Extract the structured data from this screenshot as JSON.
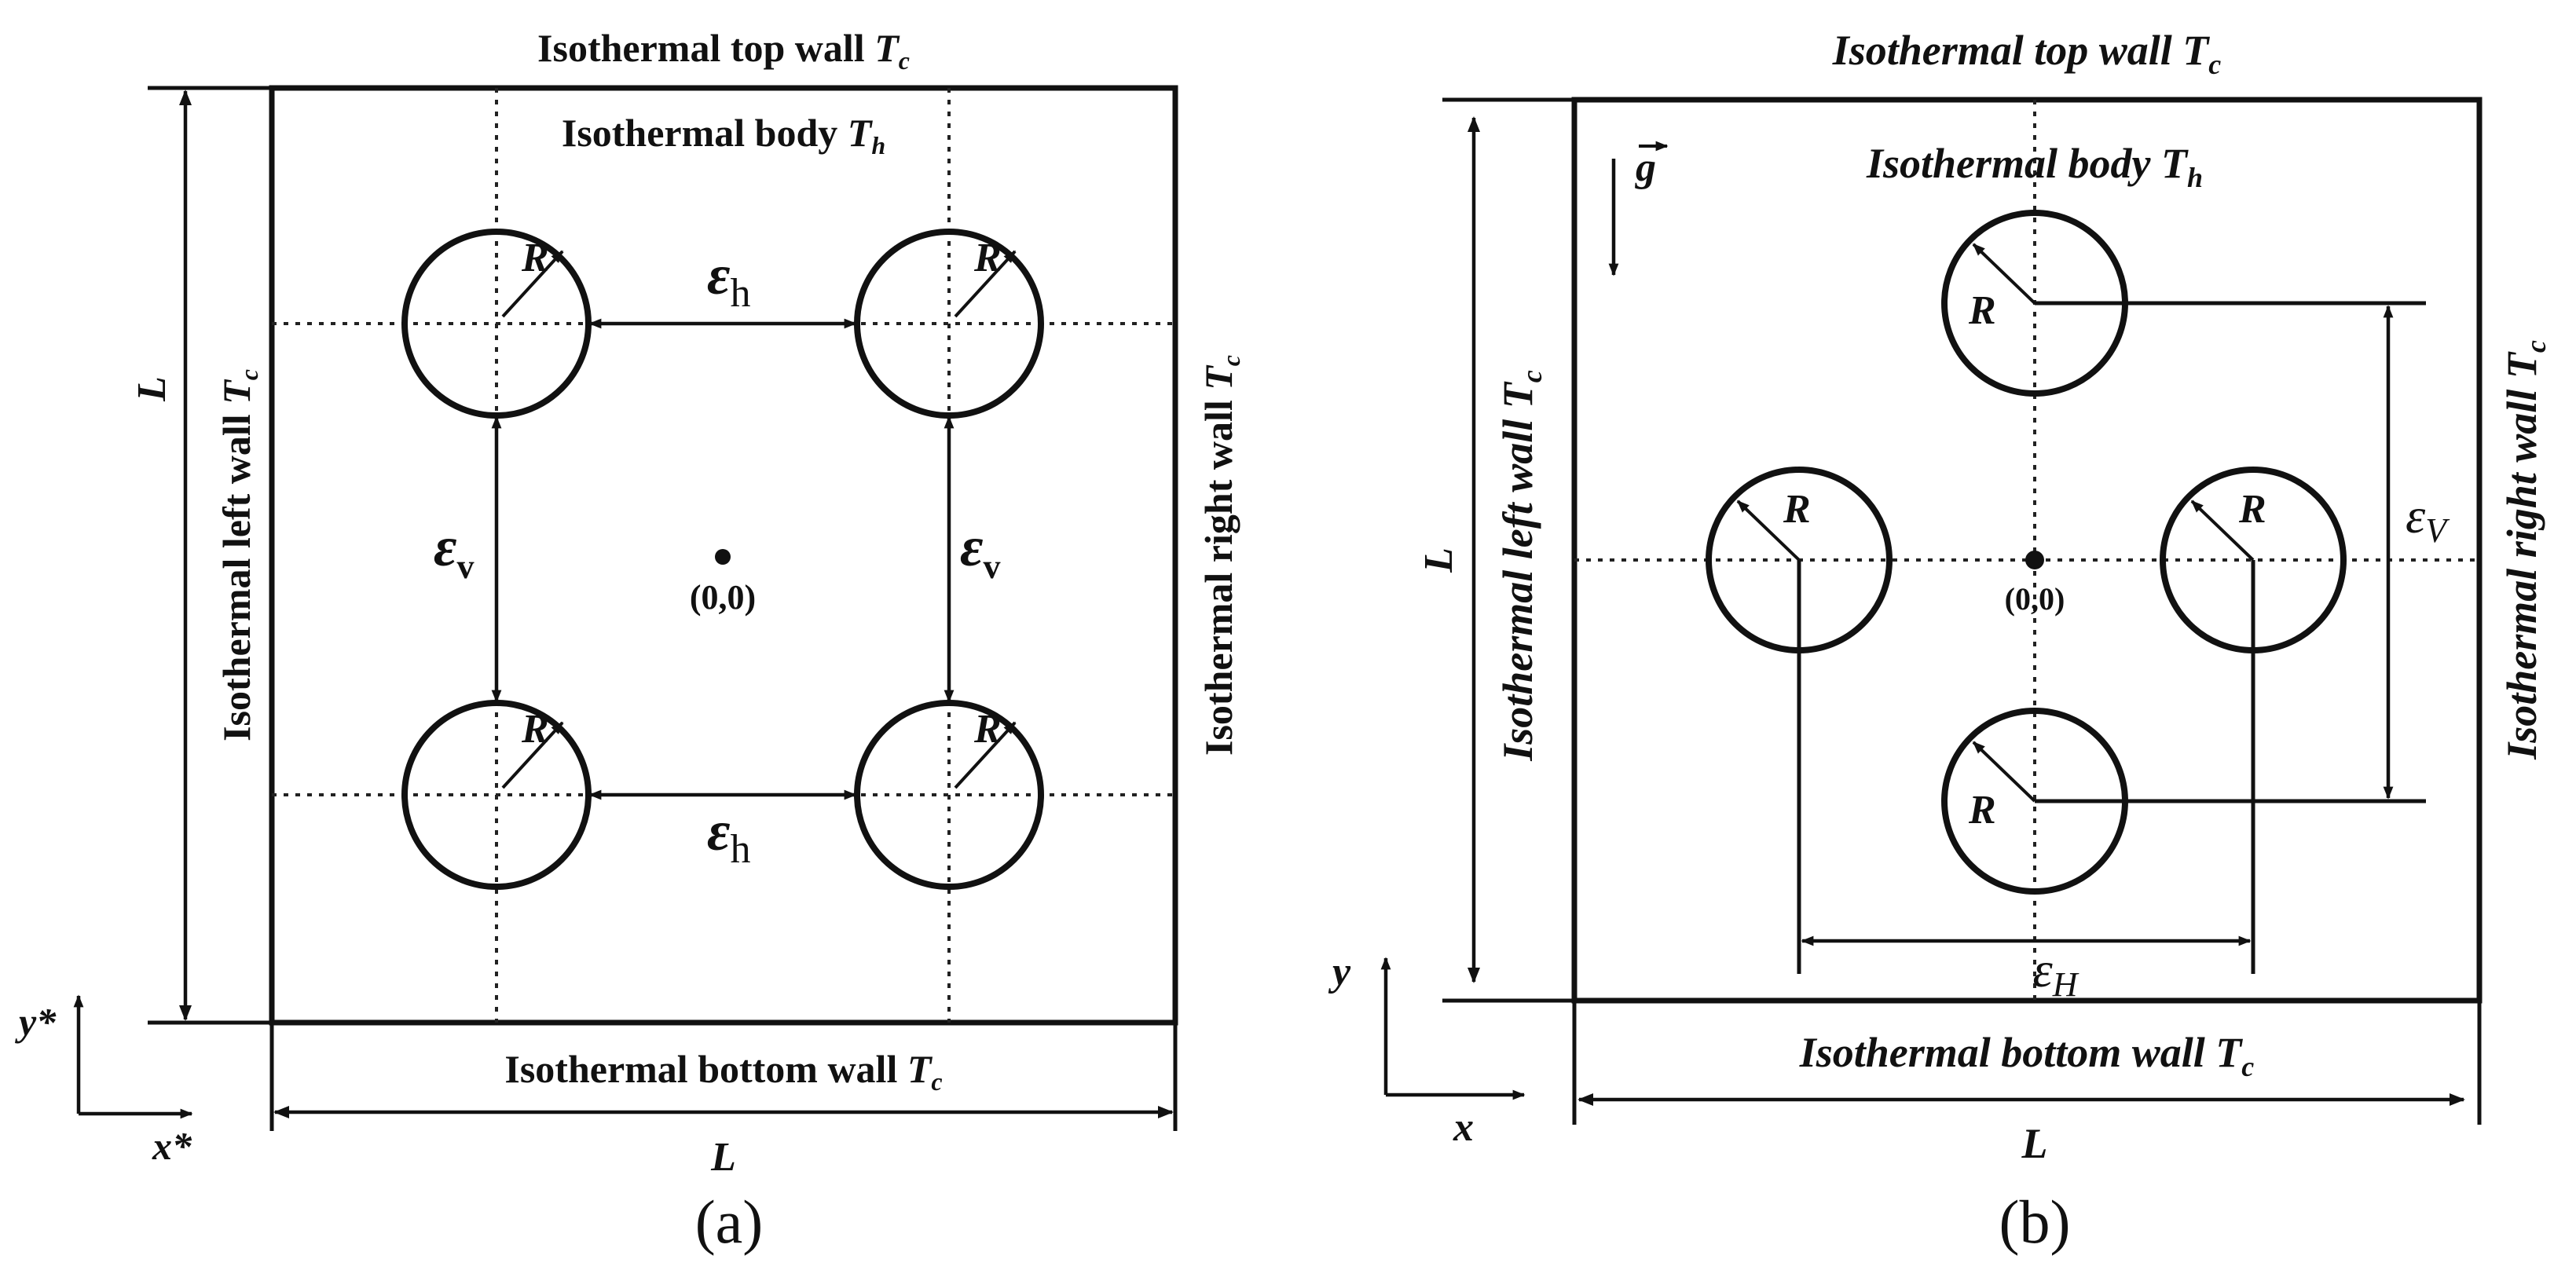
{
  "panel_a": {
    "top_wall": "Isothermal top wall",
    "top_wall_sym": "T",
    "top_wall_sub": "c",
    "body": "Isothermal body",
    "body_sym": "T",
    "body_sub": "h",
    "left_wall": "Isothermal  left wall",
    "left_wall_sym": "T",
    "left_wall_sub": "c",
    "right_wall": "Isothermal right wall",
    "right_wall_sym": "T",
    "right_wall_sub": "c",
    "bottom_wall": "Isothermal bottom wall",
    "bottom_wall_sym": "T",
    "bottom_wall_sub": "c",
    "length": "L",
    "radius": "R",
    "eps_h_sym": "ε",
    "eps_h_sub": "h",
    "eps_v_sym": "ε",
    "eps_v_sub": "v",
    "origin": "(0,0)",
    "axis_x": "x*",
    "axis_y": "y*",
    "caption": "(a)"
  },
  "panel_b": {
    "top_wall": "Isothermal top wall",
    "top_wall_sym": "T",
    "top_wall_sub": "c",
    "body": "Isothermal body",
    "body_sym": "T",
    "body_sub": "h",
    "left_wall": "Isothermal left wall",
    "left_wall_sym": "T",
    "left_wall_sub": "c",
    "right_wall": "Isothermal right wall",
    "right_wall_sym": "T",
    "right_wall_sub": "c",
    "bottom_wall": "Isothermal bottom wall",
    "bottom_wall_sym": "T",
    "bottom_wall_sub": "c",
    "length": "L",
    "radius": "R",
    "gravity": "g",
    "eps_V_sym": "ε",
    "eps_V_sub": "V",
    "eps_H_sym": "ε",
    "eps_H_sub": "H",
    "origin": "(0,0)",
    "axis_x": "x",
    "axis_y": "y",
    "caption": "(b)"
  }
}
